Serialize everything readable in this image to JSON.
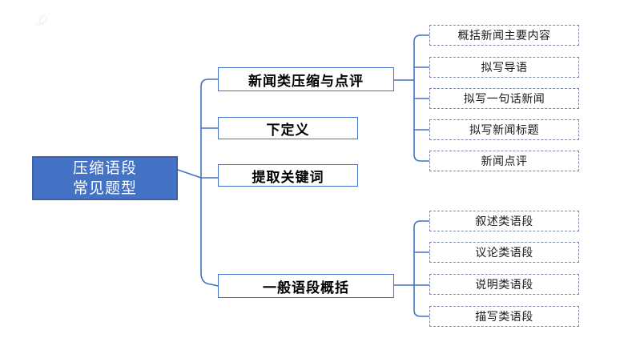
{
  "diagram": {
    "root": {
      "line1": "压缩语段",
      "line2": "常见题型"
    },
    "branches": [
      {
        "label": "新闻类压缩与点评",
        "children": [
          "概括新闻主要内容",
          "拟写导语",
          "拟写一句话新闻",
          "拟写新闻标题",
          "新闻点评"
        ]
      },
      {
        "label": "下定义",
        "children": []
      },
      {
        "label": "提取关键词",
        "children": []
      },
      {
        "label": "一般语段概括",
        "children": [
          "叙述类语段",
          "议论类语段",
          "说明类语段",
          "描写类语段"
        ]
      }
    ]
  },
  "colors": {
    "root_fill": "#4472C4",
    "root_border": "#3A62AE",
    "root_text": "#FFFFFF",
    "connector": "#4472C4",
    "branch_border": "#4472C4",
    "branch_text": "#000000",
    "leaf_border": "#7B86A0",
    "leaf_text": "#1A1A1A",
    "background": "#FFFFFF"
  }
}
